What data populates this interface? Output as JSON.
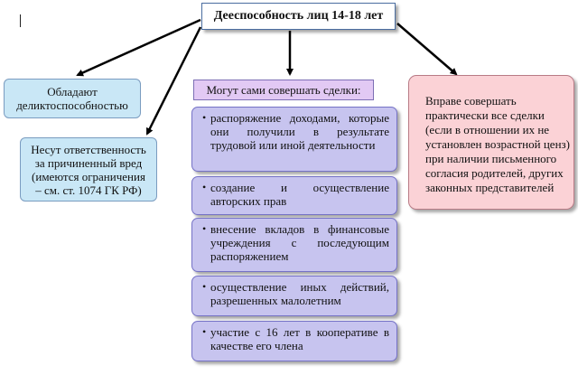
{
  "title": "Дееспособность лиц 14-18 лет",
  "left_boxes": {
    "delict": [
      "Обладают",
      "деликтоспособностью"
    ],
    "liability": [
      "Несут ответственность",
      "за причиненный вред",
      "(имеются ограничения",
      "– см. ст. 1074 ГК РФ)"
    ]
  },
  "deals": {
    "header": "Могут сами совершать сделки:",
    "items": [
      "распоряжение доходами, которые они получили в результате трудовой или иной деятельности",
      "создание и осуществление авторских прав",
      "внесение вкладов в финансовые учреждения с последующим распоряжением",
      "осуществление иных действий, разрешенных малолетним",
      "участие с 16 лет в кооперативе в качестве его члена"
    ]
  },
  "right_box": [
    "Вправе совершать",
    "практически все сделки",
    "(если в отношении их не",
    "установлен возрастной ценз)",
    "при наличии письменного",
    "согласия родителей, других",
    "законных представителей"
  ],
  "colors": {
    "left_boxes": "#c9e7f6",
    "deals_header": "#e2c9f4",
    "deal_items": "#c7c4ef",
    "right_box": "#fbd2d6",
    "arrows": "#000000"
  }
}
